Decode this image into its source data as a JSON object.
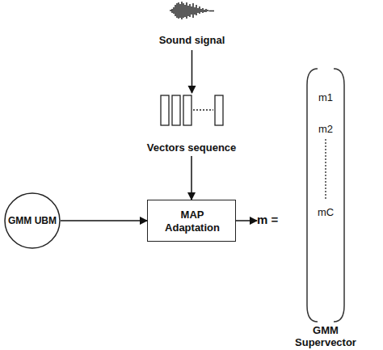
{
  "diagram": {
    "nodes": [
      {
        "text": [
          "Sound signal"
        ]
      },
      {
        "text": [
          "Vectors sequence"
        ]
      },
      {
        "text": [
          "GMM UBM"
        ]
      },
      {
        "text": [
          "MAP Adaptation"
        ]
      },
      {
        "text": [
          "m =",
          "m1",
          "m2",
          "mC",
          "GMM Supervector"
        ]
      }
    ],
    "edges": [
      {
        "from": 0,
        "to": 1,
        "arrow": "to"
      },
      {
        "from": 1,
        "to": 3,
        "arrow": "to"
      },
      {
        "from": 2,
        "to": 3,
        "arrow": "to"
      },
      {
        "from": 3,
        "to": 4,
        "arrow": "to"
      }
    ]
  }
}
